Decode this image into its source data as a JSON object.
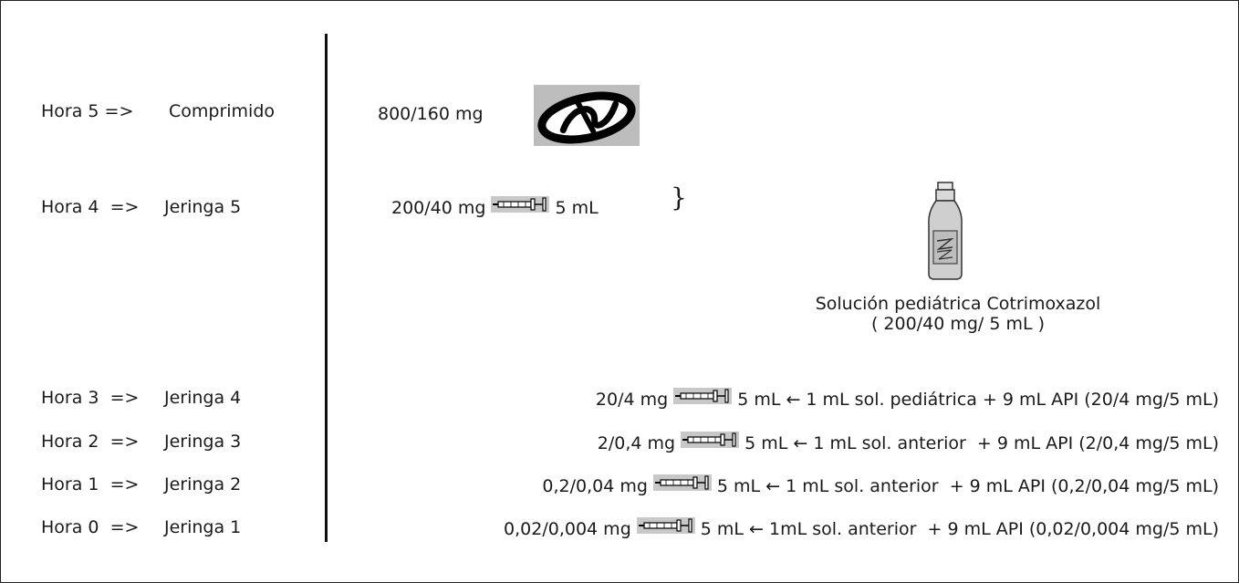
{
  "rows": [
    {
      "hora": "Hora 5 =>",
      "item": "Comprimido",
      "dose": "800/160 mg",
      "icon": "pill-icon"
    },
    {
      "hora": "Hora 4  =>",
      "item": "Jeringa 5",
      "dose": "200/40 mg",
      "volume": "5 mL",
      "icon": "syringe-icon",
      "bracket": "}"
    },
    {
      "hora": "Hora 3  =>",
      "item": "Jeringa 4",
      "dose": "20/4 mg",
      "prep": "5 mL ← 1 mL sol. pediátrica + 9 mL API (20/4 mg/5 mL)",
      "icon": "syringe-icon"
    },
    {
      "hora": "Hora 2  =>",
      "item": "Jeringa 3",
      "dose": "2/0,4 mg",
      "prep": "5 mL ← 1 mL sol. anterior  + 9 mL API (2/0,4 mg/5 mL)",
      "icon": "syringe-icon"
    },
    {
      "hora": "Hora 1  =>",
      "item": "Jeringa 2",
      "dose": "0,2/0,04 mg",
      "prep": "5 mL ← 1 mL sol. anterior  + 9 mL API (0,2/0,04 mg/5 mL)",
      "icon": "syringe-icon"
    },
    {
      "hora": "Hora 0  =>",
      "item": "Jeringa 1",
      "dose": "0,02/0,004 mg",
      "prep": "5 mL ← 1mL sol. anterior  + 9 mL API (0,02/0,004 mg/5 mL)",
      "icon": "syringe-icon"
    }
  ],
  "solution": {
    "name": "Solución pediátrica Cotrimoxazol",
    "concentration": "( 200/40 mg/ 5 mL )",
    "icon": "bottle-icon"
  }
}
